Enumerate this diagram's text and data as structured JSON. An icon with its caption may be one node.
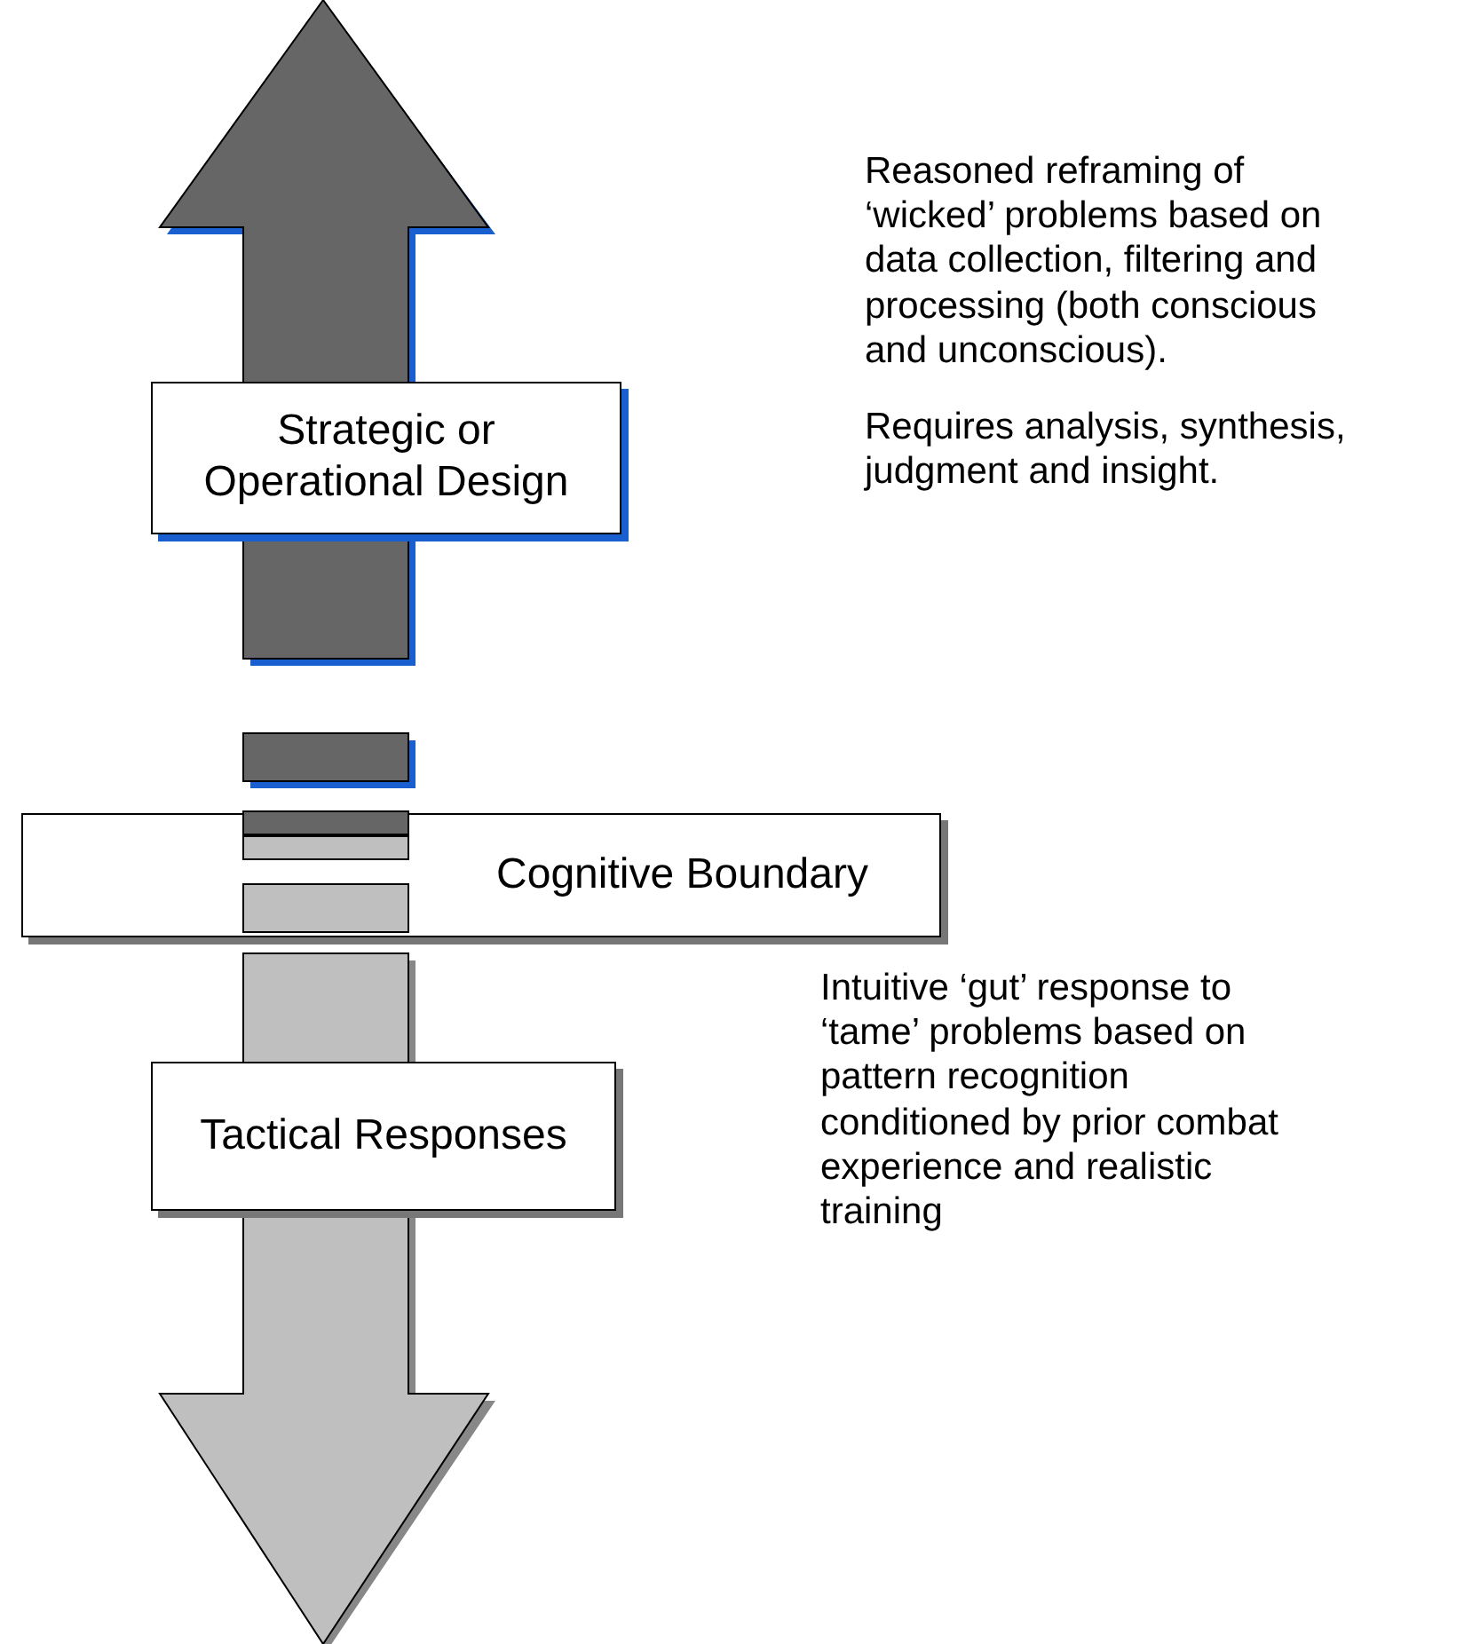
{
  "diagram": {
    "nodes": [
      {
        "text": [
          "Strategic or Operational Design"
        ]
      },
      {
        "text": [
          "Cognitive Boundary"
        ]
      },
      {
        "text": [
          "Tactical Responses"
        ]
      }
    ],
    "labels": [
      "Reasoned reframing of ‘wicked’ problems based on data collection, filtering and processing (both conscious and unconscious).",
      "Requires analysis, synthesis, judgment and insight.",
      "Intuitive ‘gut’ response to ‘tame’ problems based on pattern recognition conditioned by prior combat experience and realistic training"
    ]
  }
}
